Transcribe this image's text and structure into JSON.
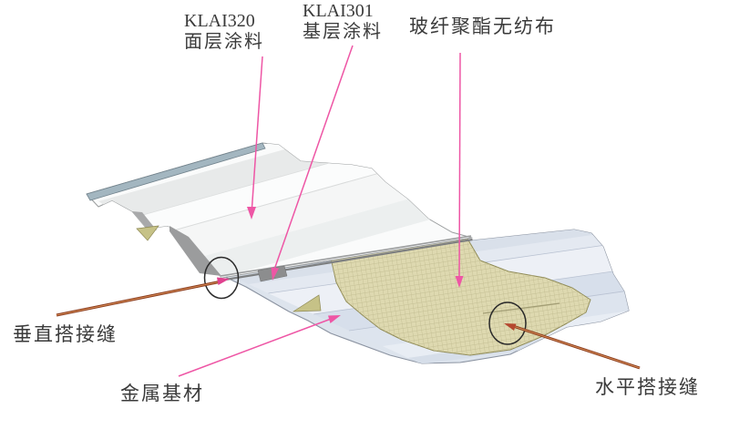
{
  "diagram": {
    "description": "exploded view of coated corrugated metal roofing sheets with lap seams",
    "labels": {
      "top_coat_line1": "KLAI320",
      "top_coat_line2": "面层涂料",
      "base_coat_line1": "KLAI301",
      "base_coat_line2": "基层涂料",
      "fabric": "玻纤聚酯无纺布",
      "vertical_seam": "垂直搭接缝",
      "metal_substrate": "金属基材",
      "horizontal_seam": "水平搭接缝"
    },
    "colors": {
      "callout_pink": "#ee56a5",
      "callout_brown_dark": "#8a3a1c",
      "callout_brown_light": "#d38b55",
      "seam_circle": "#2b2b2b",
      "mesh_fill": "#ded9b0",
      "mesh_grid": "#c4bf94",
      "upper_panel_white": "#fafbfb",
      "upper_panel_shadow": "#e8eaea",
      "metal_panel_fill": "#dde4ed",
      "metal_panel_rib": "#edf0f6",
      "coating_edge_blue": "#a3b6c0",
      "cut_edge_olive": "#c6c287",
      "base_coat_gray": "#8c8d8e"
    }
  }
}
